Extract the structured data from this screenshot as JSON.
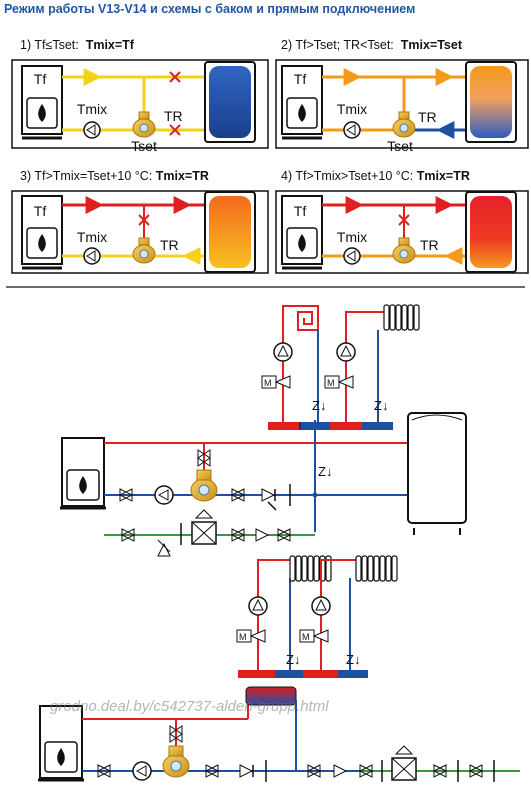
{
  "title": "Режим работы V13-V14 и схемы с баком и прямым подключением",
  "panels": [
    {
      "cond": "1) Tf≤Tset:",
      "mix": "Tmix=Tf"
    },
    {
      "cond": "2) Tf>Tset; TR<Tset:",
      "mix": "Tmix=Tset"
    },
    {
      "cond": "3) Tf>Tmix=Tset+10 °C:",
      "mix": "Tmix=TR"
    },
    {
      "cond": "4) Tf>Tmix>Tset+10 °C:",
      "mix": "Tmix=TR"
    }
  ],
  "labels": {
    "tf": "Tf",
    "tmix": "Tmix",
    "tr": "TR",
    "tset": "Tset"
  },
  "watermark": "grodno.deal.by/c542737-alden-grupp.html",
  "colors": {
    "hot": "#e02020",
    "cold": "#1f4fa0",
    "mix_yellow": "#f5d21a",
    "mix_orange": "#f39a1a",
    "green": "#3a9a3a",
    "title": "#1f56a6"
  }
}
